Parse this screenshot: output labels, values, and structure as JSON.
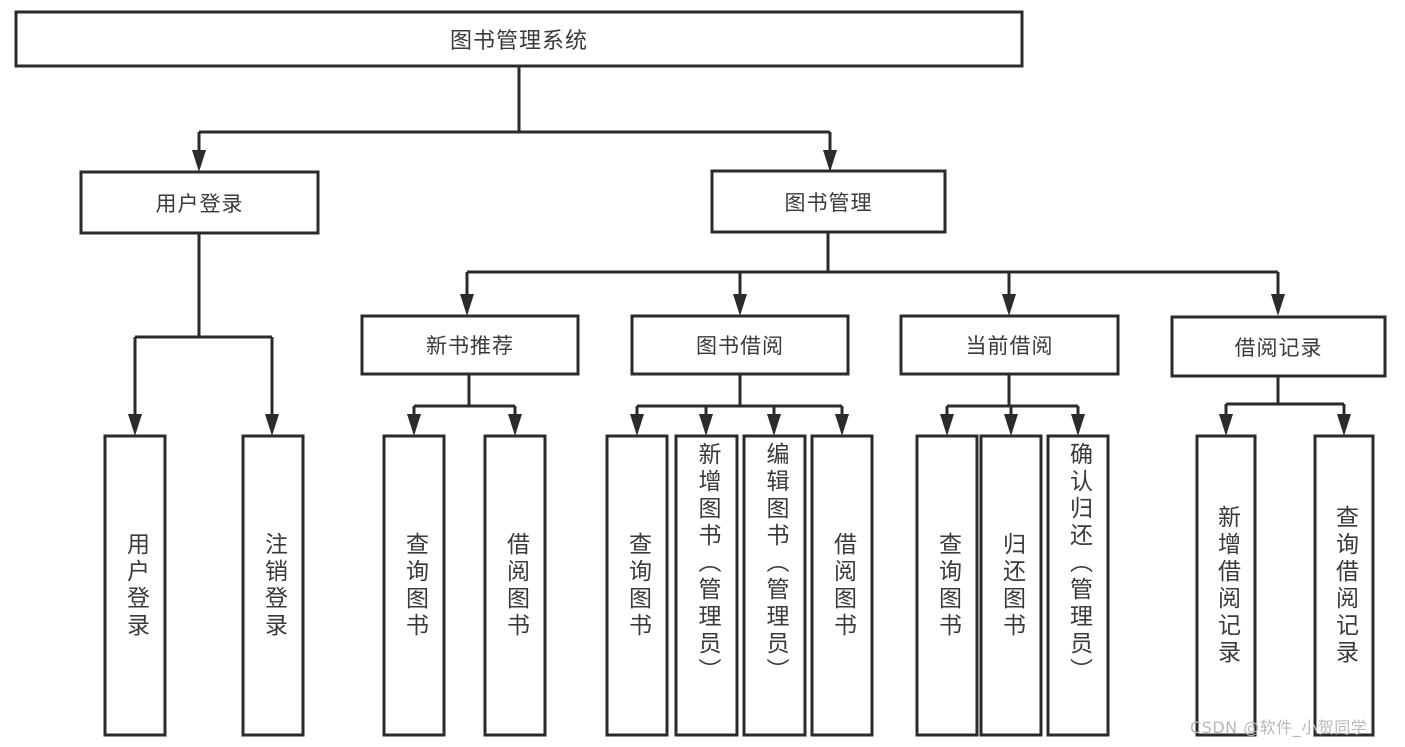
{
  "diagram": {
    "type": "tree",
    "orientation": "top-down",
    "title": "图书管理系统",
    "colors": {
      "box_stroke": "#2b2b2b",
      "box_fill": "#ffffff",
      "text": "#3a3a3a",
      "connector": "#2b2b2b",
      "watermark": "#b8b8b8",
      "background": "#ffffff"
    },
    "levels": {
      "root": {
        "label": "图书管理系统"
      },
      "level2": [
        {
          "id": "user-login",
          "label": "用户登录"
        },
        {
          "id": "book-manage",
          "label": "图书管理"
        }
      ],
      "level3": [
        {
          "id": "new-book-recommend",
          "label": "新书推荐",
          "parent": "book-manage"
        },
        {
          "id": "book-borrow",
          "label": "图书借阅",
          "parent": "book-manage"
        },
        {
          "id": "current-borrow",
          "label": "当前借阅",
          "parent": "book-manage"
        },
        {
          "id": "borrow-record",
          "label": "借阅记录",
          "parent": "book-manage"
        }
      ],
      "leaves": [
        {
          "id": "leaf-user-login",
          "label": "用户登录",
          "parent": "user-login"
        },
        {
          "id": "leaf-logout-login",
          "label": "注销登录",
          "parent": "user-login"
        },
        {
          "id": "leaf-query-book-1",
          "label": "查询图书",
          "parent": "new-book-recommend"
        },
        {
          "id": "leaf-borrow-book-1",
          "label": "借阅图书",
          "parent": "new-book-recommend"
        },
        {
          "id": "leaf-query-book-2",
          "label": "查询图书",
          "parent": "book-borrow"
        },
        {
          "id": "leaf-add-book",
          "label": "新增图书（管理员）",
          "parent": "book-borrow"
        },
        {
          "id": "leaf-edit-book",
          "label": "编辑图书（管理员）",
          "parent": "book-borrow"
        },
        {
          "id": "leaf-borrow-book-2",
          "label": "借阅图书",
          "parent": "book-borrow"
        },
        {
          "id": "leaf-query-book-3",
          "label": "查询图书",
          "parent": "current-borrow"
        },
        {
          "id": "leaf-return-book",
          "label": "归还图书",
          "parent": "current-borrow"
        },
        {
          "id": "leaf-confirm-return",
          "label": "确认归还（管理员）",
          "parent": "current-borrow"
        },
        {
          "id": "leaf-add-record",
          "label": "新增借阅记录",
          "parent": "borrow-record"
        },
        {
          "id": "leaf-query-record",
          "label": "查询借阅记录",
          "parent": "borrow-record"
        }
      ]
    }
  },
  "watermark": {
    "text": "CSDN @软件_小贺同学"
  }
}
